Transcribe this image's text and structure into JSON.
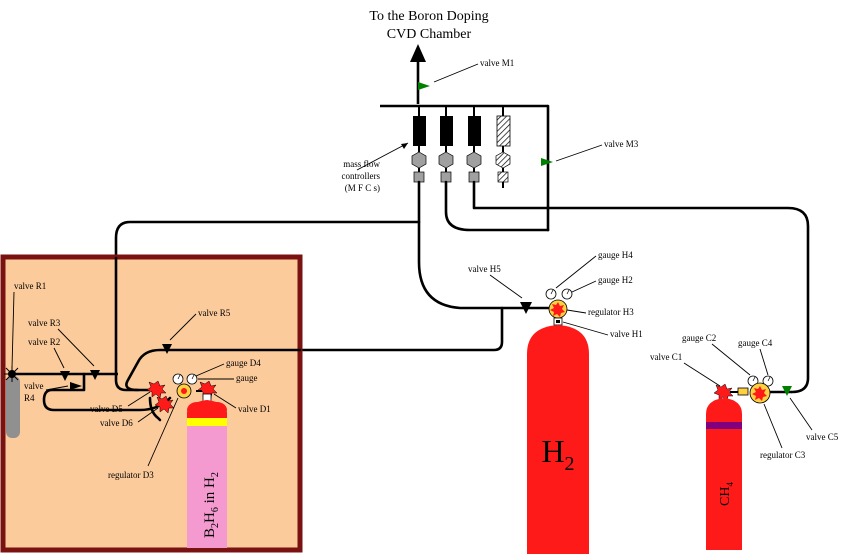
{
  "title": {
    "line1": "To the Boron Doping",
    "line2": "CVD Chamber"
  },
  "labels": {
    "valve_m1": "valve M1",
    "valve_m3": "valve M3",
    "mfc_line1": "mass flow",
    "mfc_line2": "controllers",
    "mfc_line3": "(M F C s)",
    "valve_h5": "valve H5",
    "gauge_h4": "gauge H4",
    "gauge_h2": "gauge H2",
    "regulator_h3": "regulator H3",
    "valve_h1": "valve H1",
    "gauge_c2": "gauge C2",
    "gauge_c4": "gauge C4",
    "valve_c1": "valve C1",
    "valve_c5": "valve C5",
    "regulator_c3": "regulator C3",
    "valve_r1": "valve R1",
    "valve_r3": "valve R3",
    "valve_r2": "valve R2",
    "valve_r4_line1": "valve",
    "valve_r4_line2": "R4",
    "valve_r5": "valve R5",
    "gauge_d4": "gauge D4",
    "gauge": "gauge",
    "valve_d5": "valve D5",
    "valve_d1": "valve D1",
    "valve_d6": "valve D6",
    "regulator_d3": "regulator D3"
  },
  "cylinders": {
    "h2": "H",
    "h2_sub": "2",
    "ch4_c": "CH",
    "ch4_sub": "4",
    "b2h6_b": "B",
    "b2h6_sub1": "2",
    "b2h6_h": "H",
    "b2h6_sub2": "6",
    "b2h6_in": " in H",
    "b2h6_sub3": "2"
  },
  "colors": {
    "cabinet_fill": "#fccb9c",
    "cabinet_border": "#7a1212",
    "cylinder_red": "#ff1a1a",
    "b2h6_body": "#f49ad0",
    "b2h6_band": "#ffff00",
    "ch4_band": "#800080",
    "valve_green": "#008000",
    "regulator_yellow": "#ffd040",
    "gray_cylinder": "#909090"
  }
}
